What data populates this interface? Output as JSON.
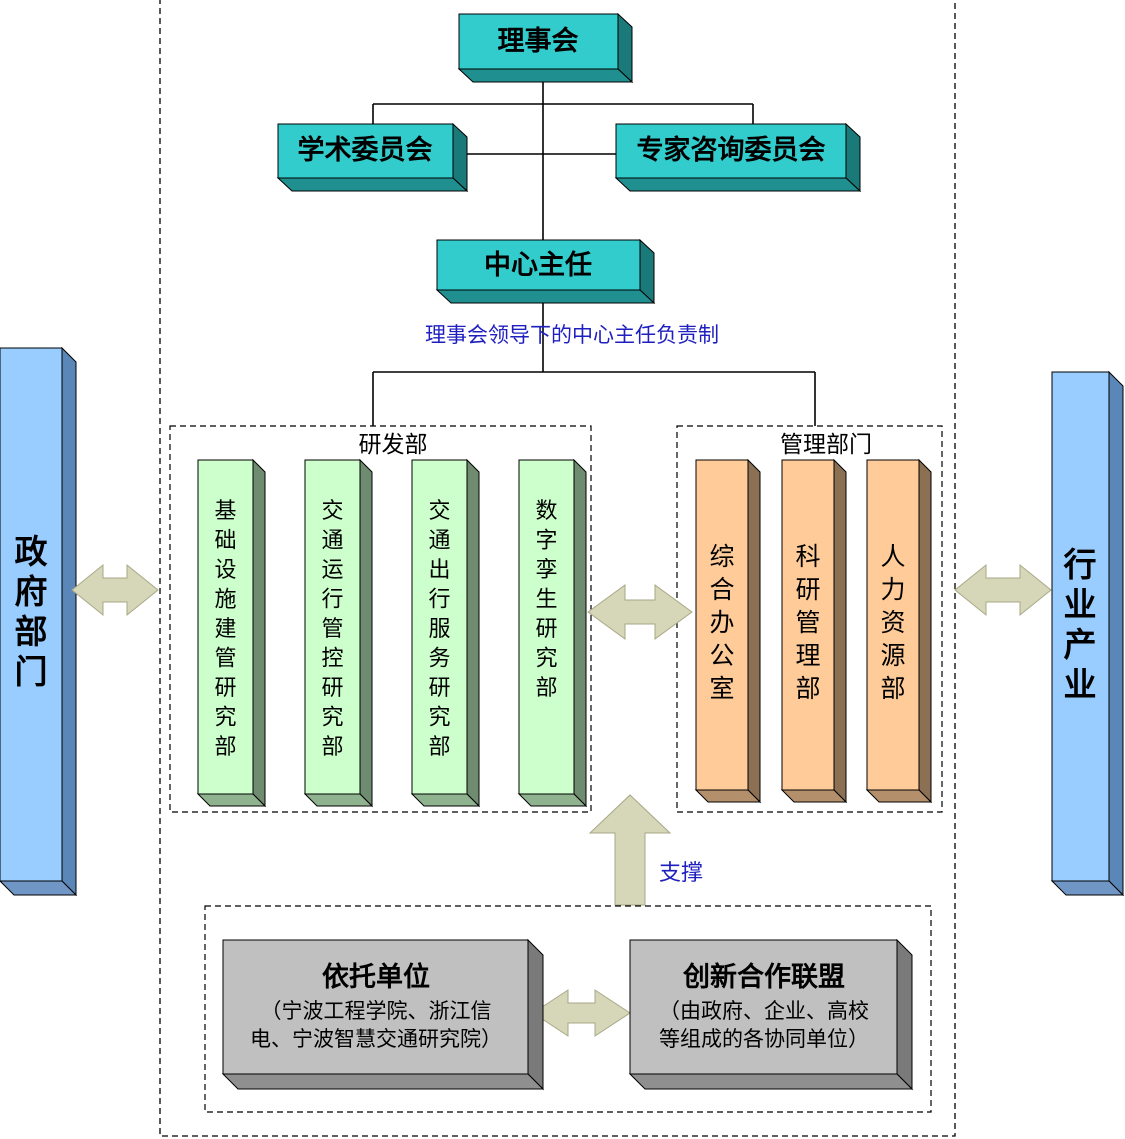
{
  "colors": {
    "teal": "#33cccc",
    "green": "#ccffcc",
    "orange": "#ffcc99",
    "blue": "#99ccff",
    "gray": "#c0c0c0",
    "arrow": "#d6d6b8",
    "annotation": "#1f1fbf"
  },
  "top": {
    "council": "理事会",
    "academic": "学术委员会",
    "expert": "专家咨询委员会",
    "director": "中心主任",
    "note": "理事会领导下的中心主任负责制"
  },
  "rd": {
    "title": "研发部",
    "units": [
      "基础设施建管研究部",
      "交通运行管控研究部",
      "交通出行服务研究部",
      "数字孪生研究部"
    ]
  },
  "mgmt": {
    "title": "管理部门",
    "units": [
      "综合办公室",
      "科研管理部",
      "人力资源部"
    ]
  },
  "sides": {
    "left": "政府部门",
    "right": "行业产业"
  },
  "support": {
    "label": "支撑",
    "host_title": "依托单位",
    "host_line1": "（宁波工程学院、浙江信",
    "host_line2": "电、宁波智慧交通研究院）",
    "alliance_title": "创新合作联盟",
    "alliance_line1": "（由政府、企业、高校",
    "alliance_line2": "等组成的各协同单位）"
  }
}
